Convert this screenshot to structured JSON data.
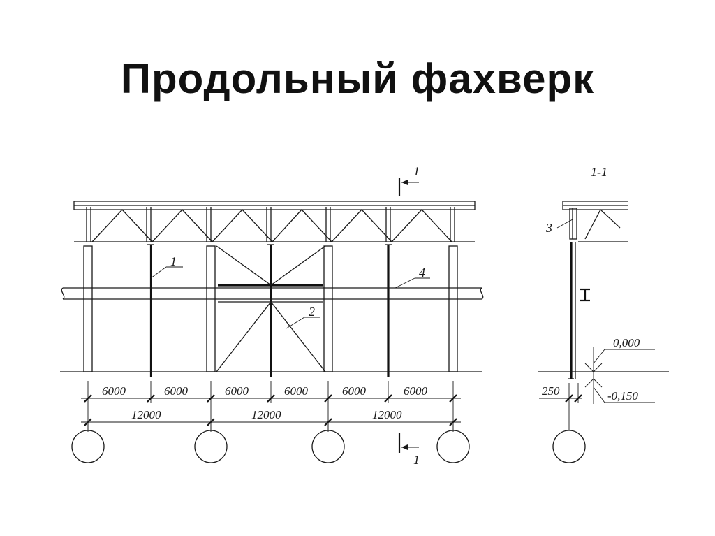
{
  "title": "Продольный фахверк",
  "section_mark": "1",
  "section_title": "1-1",
  "callouts": [
    "1",
    "2",
    "3",
    "4"
  ],
  "spans_small": [
    "6000",
    "6000",
    "6000",
    "6000",
    "6000",
    "6000"
  ],
  "spans_large": [
    "12000",
    "12000",
    "12000"
  ],
  "side_dim": "250",
  "levels": [
    "0,000",
    "-0,150"
  ]
}
